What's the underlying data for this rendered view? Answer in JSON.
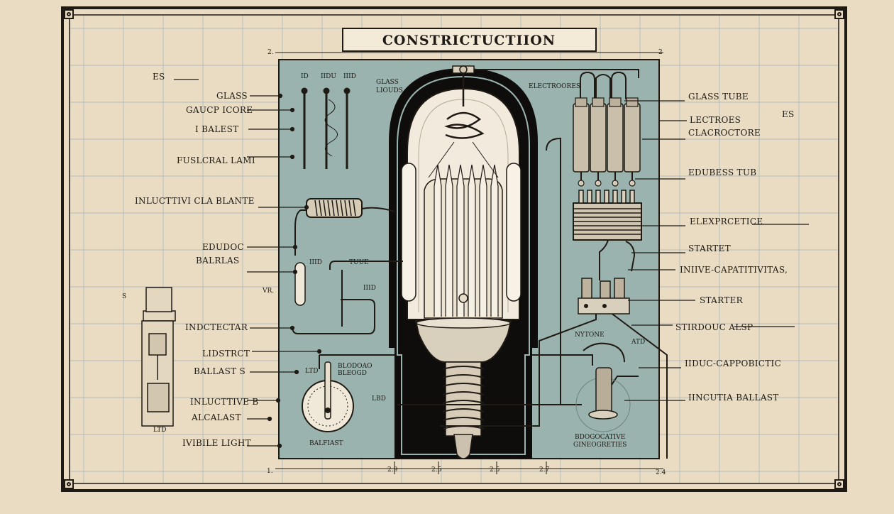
{
  "title": "CONSTRICTUCTIION",
  "corner_marks": {
    "tl": "2.",
    "tr": "2",
    "bl": "1.",
    "br": "2.4"
  },
  "bottom_ticks": [
    "2.9",
    "2.5",
    "2.5",
    "2.7"
  ],
  "left_labels": [
    "ES",
    "GLASS",
    "GAUCP ICORE",
    "I BALEST",
    "FUSLCRAL LAMI",
    "INLUCTTIVI CLA BLANTE",
    "EDUDOC",
    "BALRLAS",
    "INDCTECTAR",
    "LIDSTRCT",
    "BALLAST S",
    "INLUCTTIVE B",
    "ALCALAST",
    "IVIBILE LIGHT"
  ],
  "right_labels": [
    "GLASS TUBE",
    "LECTROES",
    "CLACROCTORE",
    "EDUBESS TUB",
    "ELEXPRCETICE",
    "STARTET",
    "INIIVE-CAPATITIVITAS,",
    "STARTER",
    "STIRDOUC ALSP",
    "IIDUC-CAPPOBICTIC",
    "IINCUTIA BALLAST"
  ],
  "inner_labels": {
    "glass_liquid": [
      "GLASS",
      "LIOUDS"
    ],
    "electrodes": "ELECTROORES",
    "tube": "TUUE",
    "balfiast": "BALFIAST",
    "ballast_top": [
      "BLODOAO",
      "BLEOGD"
    ],
    "nytone": "NYTONE",
    "atd": "ATD",
    "bottom_right": [
      "BDOGOCATIVE",
      "GINEOGRETIES"
    ],
    "ltd": "LTD",
    "mini_a": "ID",
    "mini_b": "IIDU",
    "mini_c": "IIID",
    "lbd": "LBD",
    "vr": "VR.",
    "es_right": "ES"
  },
  "colors": {
    "paper": "#e9dcc2",
    "panel": "#9ab3ae",
    "ink": "#1f1a14",
    "grid": "#8fa7b2",
    "bulb_glass": "#f2ebdd"
  },
  "icons": [
    "bulb-icon",
    "filament-icon",
    "starter-icon",
    "ballast-coil-icon",
    "dial-icon",
    "capacitor-icon"
  ]
}
